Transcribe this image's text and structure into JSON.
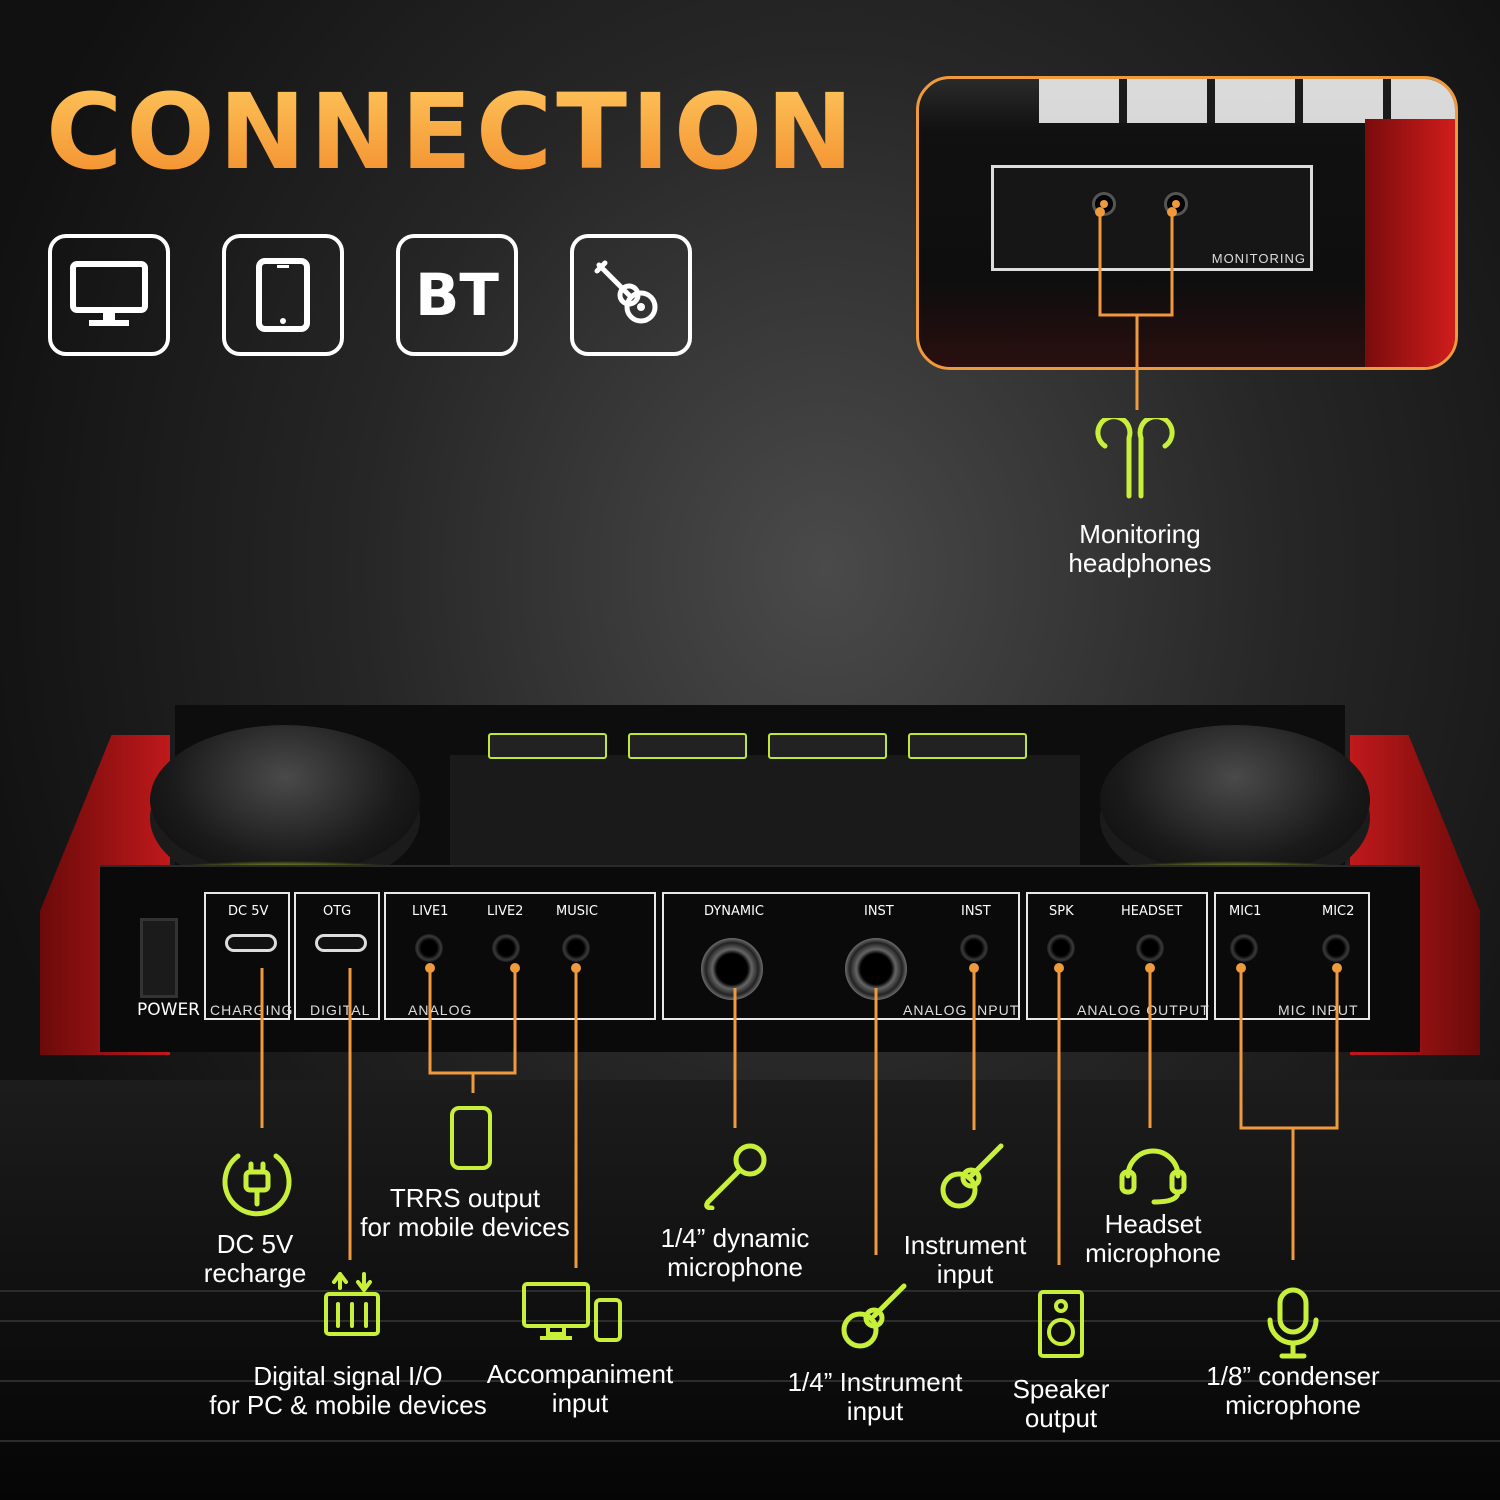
{
  "title": "CONNECTION",
  "top_icons": [
    {
      "name": "monitor-icon"
    },
    {
      "name": "tablet-icon"
    },
    {
      "name": "bt-icon",
      "label": "BT"
    },
    {
      "name": "guitar-icon"
    }
  ],
  "inset": {
    "panel_label": "MONITORING"
  },
  "monitoring": {
    "label_line1": "Monitoring",
    "label_line2": "headphones"
  },
  "panel": {
    "power_label": "POWER",
    "dc5v_label": "DC 5V",
    "otg_label": "OTG",
    "charging_label": "CHARGING",
    "digital_label": "DIGITAL",
    "live1_label": "LIVE1",
    "live2_label": "LIVE2",
    "music_label": "MUSIC",
    "analog_label": "ANALOG",
    "dynamic_label": "DYNAMIC",
    "inst1_label": "INST",
    "inst2_label": "INST",
    "analog_input_label": "ANALOG INPUT",
    "spk_label": "SPK",
    "headset_label": "HEADSET",
    "analog_output_label": "ANALOG OUTPUT",
    "mic1_label": "MIC1",
    "mic2_label": "MIC2",
    "mic_input_label": "MIC INPUT"
  },
  "callouts": {
    "dc5v": {
      "line1": "DC 5V",
      "line2": "recharge"
    },
    "trrs": {
      "line1": "TRRS output",
      "line2": "for mobile devices"
    },
    "dynamic": {
      "line1": "1/4” dynamic",
      "line2": "microphone"
    },
    "instrument": {
      "line1": "Instrument",
      "line2": "input"
    },
    "headset": {
      "line1": "Headset",
      "line2": "microphone"
    },
    "digital": {
      "line1": "Digital signal I/O",
      "line2": "for PC & mobile devices"
    },
    "accompaniment": {
      "line1": "Accompaniment",
      "line2": "input"
    },
    "instrument14": {
      "line1": "1/4” Instrument",
      "line2": "input"
    },
    "speaker": {
      "line1": "Speaker",
      "line2": "output"
    },
    "condenser": {
      "line1": "1/8” condenser",
      "line2": "microphone"
    }
  },
  "colors": {
    "accent_orange": "#f09a3e",
    "title_gradient_top": "#ffc45a",
    "neon_green": "#c8f03a",
    "device_red": "#c0191b"
  }
}
